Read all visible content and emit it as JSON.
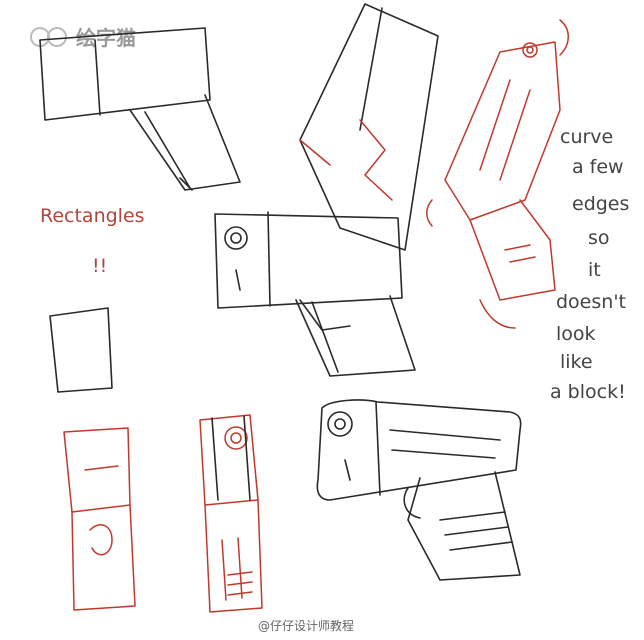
{
  "watermark": {
    "logo_text": "绘字猫"
  },
  "annotations": {
    "rectangles_label": "Rectangles",
    "exclaim": "!!",
    "right_note_lines": [
      "curve",
      "a few",
      "edges",
      "so",
      "it",
      "doesn't",
      "look",
      "like",
      "a block!"
    ]
  },
  "credit": "@仔仔设计师教程",
  "colors": {
    "black_ink": "#2a2a2a",
    "red_ink": "#c0392b"
  }
}
